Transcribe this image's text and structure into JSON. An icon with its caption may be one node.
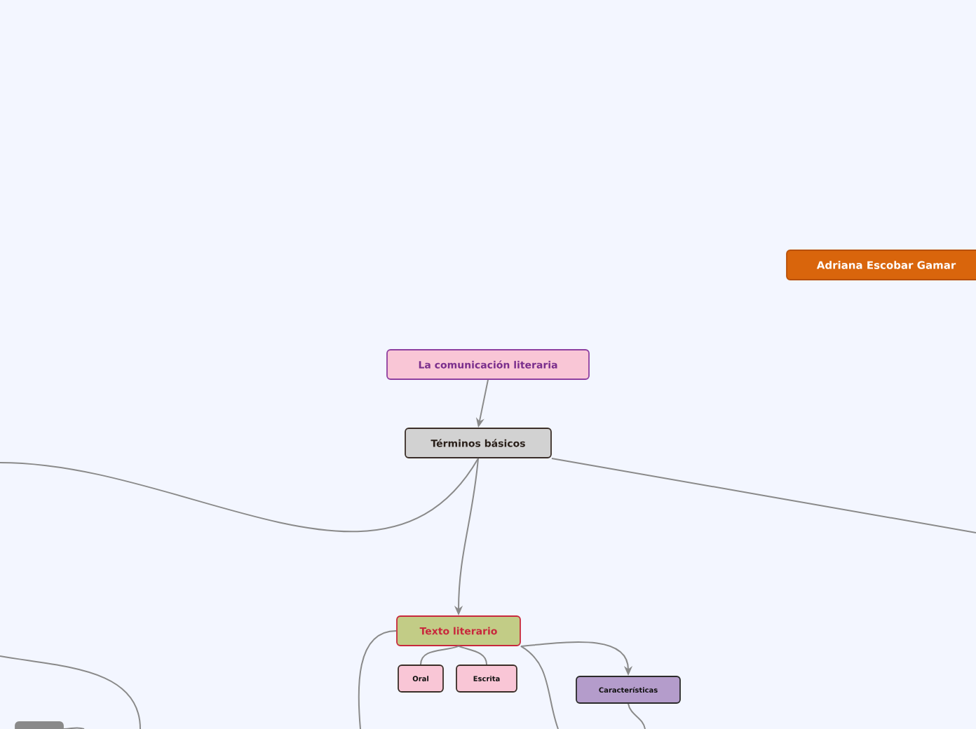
{
  "diagram": {
    "nodes": [
      {
        "text": [
          "La comunicación literaria"
        ]
      },
      {
        "text": [
          "Términos básicos"
        ]
      },
      {
        "text": [
          "Texto literario"
        ]
      },
      {
        "text": [
          "Oral"
        ]
      },
      {
        "text": [
          "Escrita"
        ]
      },
      {
        "text": [
          "Características"
        ]
      },
      {
        "text": [
          "Adriana Escobar Gamar"
        ]
      },
      {
        "text": [],
        "shape": "box"
      }
    ],
    "edges": [
      {
        "from": 0,
        "to": 1,
        "arrow": "to"
      },
      {
        "from": 1,
        "to": null,
        "arrow": "none"
      },
      {
        "from": 1,
        "to": null,
        "arrow": "none"
      },
      {
        "from": 1,
        "to": 2,
        "arrow": "to"
      },
      {
        "from": 2,
        "to": 3,
        "arrow": "none"
      },
      {
        "from": 2,
        "to": 4,
        "arrow": "none"
      },
      {
        "from": 2,
        "to": 5,
        "arrow": "to"
      },
      {
        "from": 2,
        "to": null,
        "arrow": "none"
      },
      {
        "from": 2,
        "to": null,
        "arrow": "none"
      },
      {
        "from": 5,
        "to": null,
        "arrow": "none"
      },
      {
        "from": 7,
        "to": null,
        "arrow": "none"
      }
    ]
  }
}
